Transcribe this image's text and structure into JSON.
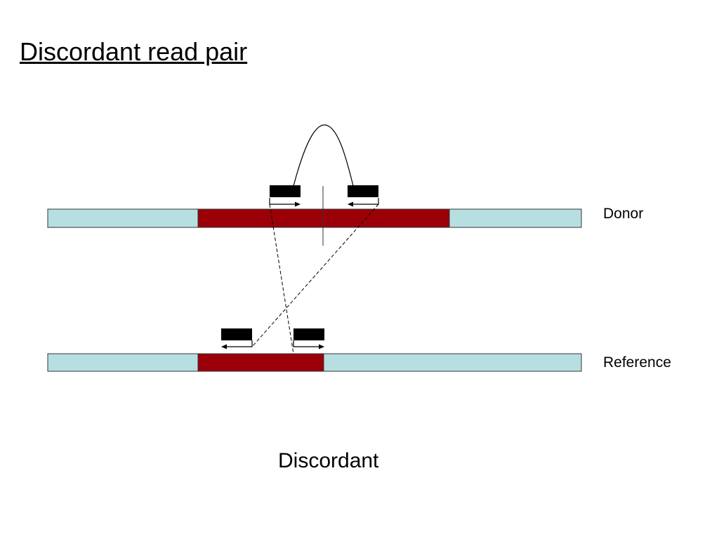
{
  "title": "Discordant read pair",
  "tracks": {
    "donor": {
      "label": "Donor"
    },
    "reference": {
      "label": "Reference"
    }
  },
  "caption": "Discordant",
  "colors": {
    "flank": "#b7dfe2",
    "insert": "#9b0008",
    "read": "#000000",
    "outline": "#333333"
  }
}
